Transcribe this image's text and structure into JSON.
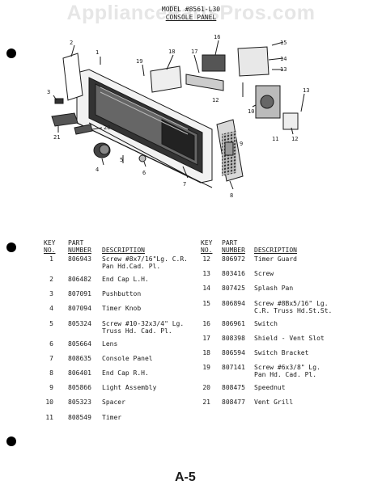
{
  "watermark": "AppliancePartsPros.com",
  "model_line": "MODEL #8561-L30",
  "diagram_title": "CONSOLE PANEL",
  "callouts": {
    "c1": "1",
    "c2": "2",
    "c3": "3",
    "c4": "4",
    "c5": "5",
    "c6": "6",
    "c7": "7",
    "c8": "8",
    "c9": "9",
    "c10": "10",
    "c11": "11",
    "c12a": "12",
    "c12b": "12",
    "c13a": "13",
    "c13b": "13",
    "c14": "14",
    "c15": "15",
    "c16": "16",
    "c17": "17",
    "c18": "18",
    "c19": "19",
    "c20": "20",
    "c21": "21"
  },
  "headers": {
    "key_top": "KEY",
    "key_bottom": "NO.",
    "part_top": "PART",
    "part_bottom": "NUMBER",
    "description": "DESCRIPTION"
  },
  "parts_left": [
    {
      "key": "1",
      "part": "806943",
      "desc": "Screw #8x7/16\"Lg. C.R.\nPan Hd.Cad. Pl."
    },
    {
      "key": "2",
      "part": "806482",
      "desc": "End Cap L.H."
    },
    {
      "key": "3",
      "part": "807091",
      "desc": "Pushbutton"
    },
    {
      "key": "4",
      "part": "807094",
      "desc": "Timer Knob"
    },
    {
      "key": "5",
      "part": "805324",
      "desc": "Screw #10-32x3/4\" Lg.\nTruss Hd. Cad. Pl."
    },
    {
      "key": "6",
      "part": "805664",
      "desc": "Lens"
    },
    {
      "key": "7",
      "part": "808635",
      "desc": "Console Panel"
    },
    {
      "key": "8",
      "part": "806401",
      "desc": "End Cap R.H."
    },
    {
      "key": "9",
      "part": "805866",
      "desc": "Light Assembly"
    },
    {
      "key": "10",
      "part": "805323",
      "desc": "Spacer"
    },
    {
      "key": "11",
      "part": "808549",
      "desc": "Timer"
    }
  ],
  "parts_right": [
    {
      "key": "12",
      "part": "806972",
      "desc": "Timer Guard"
    },
    {
      "key": "13",
      "part": "803416",
      "desc": "Screw"
    },
    {
      "key": "14",
      "part": "807425",
      "desc": "Splash Pan"
    },
    {
      "key": "15",
      "part": "806894",
      "desc": "Screw #8Bx5/16\" Lg.\nC.R. Truss Hd.St.St."
    },
    {
      "key": "16",
      "part": "806961",
      "desc": "Switch"
    },
    {
      "key": "17",
      "part": "808398",
      "desc": "Shield - Vent Slot"
    },
    {
      "key": "18",
      "part": "806594",
      "desc": "Switch Bracket"
    },
    {
      "key": "19",
      "part": "807141",
      "desc": "Screw #6x3/8\" Lg.\nPan Hd. Cad. Pl."
    },
    {
      "key": "20",
      "part": "808475",
      "desc": "Speednut"
    },
    {
      "key": "21",
      "part": "808477",
      "desc": "Vent Grill"
    }
  ],
  "page_label": "A-5"
}
